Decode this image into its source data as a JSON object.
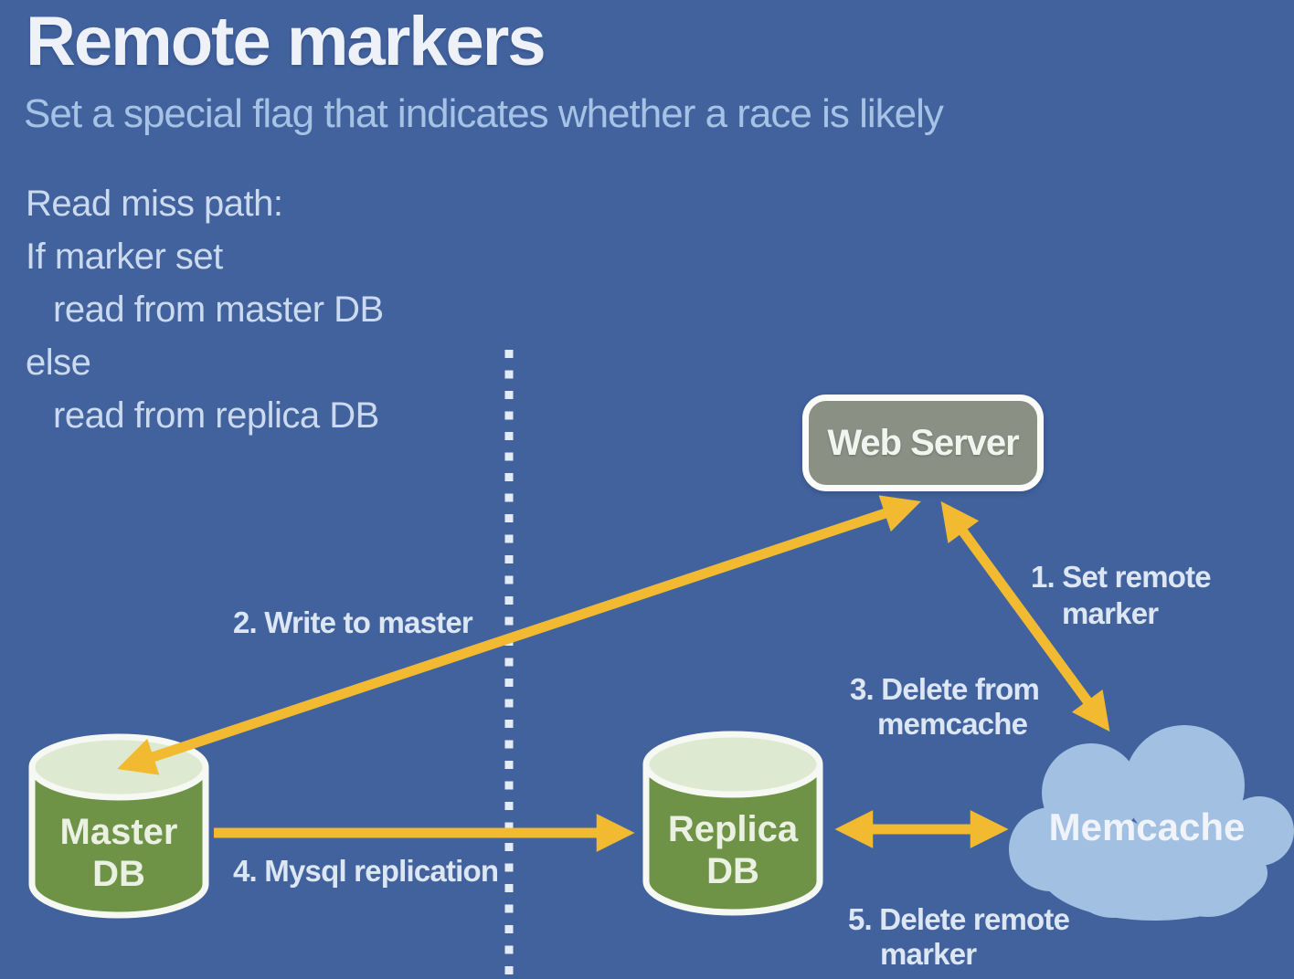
{
  "slide": {
    "title": "Remote markers",
    "subtitle": "Set a special flag that indicates whether a race is likely"
  },
  "pseudocode": {
    "lines": [
      {
        "text": "Read miss path:",
        "indent": false
      },
      {
        "text": "If marker set",
        "indent": false
      },
      {
        "text": "read from master DB",
        "indent": true
      },
      {
        "text": "else",
        "indent": false
      },
      {
        "text": "read from replica DB",
        "indent": true
      }
    ]
  },
  "nodes": {
    "web_server": {
      "label": "Web Server"
    },
    "master_db": {
      "line1": "Master",
      "line2": "DB"
    },
    "replica_db": {
      "line1": "Replica",
      "line2": "DB"
    },
    "memcache": {
      "label": "Memcache"
    }
  },
  "arrow_labels": {
    "set_remote_marker": {
      "line1": "1. Set remote",
      "line2": "marker"
    },
    "write_to_master": {
      "text": "2. Write to master"
    },
    "delete_from_memcache": {
      "line1": "3. Delete from",
      "line2": "memcache"
    },
    "mysql_replication": {
      "text": "4. Mysql replication"
    },
    "delete_remote_marker": {
      "line1": "5. Delete remote",
      "line2": "marker"
    }
  },
  "colors": {
    "background": "#42629e",
    "title_text": "#eef2f8",
    "subtitle_text": "#a6c3e6",
    "body_text": "#cbdaee",
    "label_text": "#dce7f3",
    "arrow_yellow": "#f2ba31",
    "cylinder_green": "#6f9346",
    "cylinder_top_green": "#dde9d0",
    "node_outline_white": "#fbfcf9",
    "server_box_gray": "#8a9184",
    "memcache_cloud_blue": "#a2c0e2",
    "dotted_divider": "#e3ecf6"
  }
}
